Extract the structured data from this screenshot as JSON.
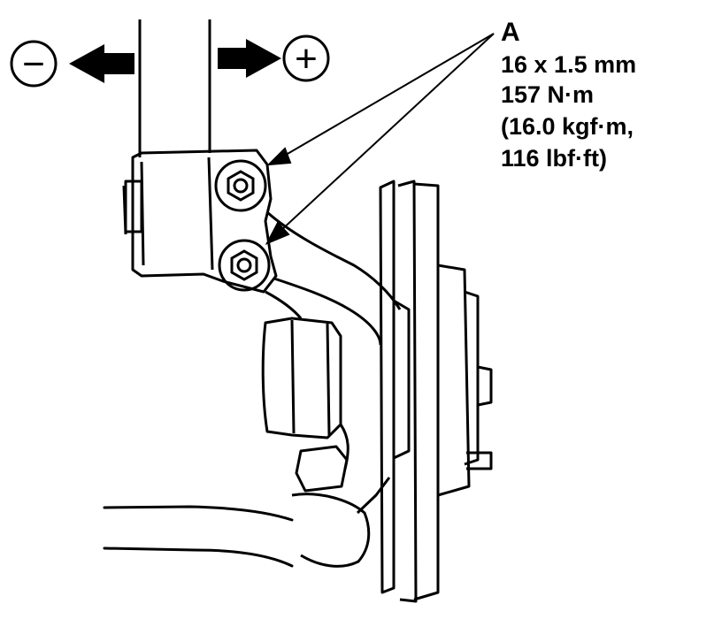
{
  "callout": {
    "letter": "A",
    "lines": [
      "16 x 1.5 mm",
      "157 N·m",
      "(16.0 kgf·m,",
      "116 lbf·ft)"
    ]
  },
  "symbols": {
    "minus": "−",
    "plus": "+"
  },
  "colors": {
    "ink": "#000000",
    "background": "#ffffff"
  }
}
